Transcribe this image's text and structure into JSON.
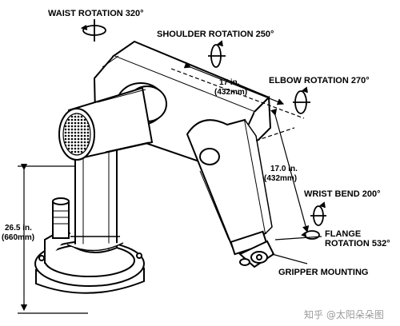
{
  "labels": {
    "waist": "WAIST ROTATION 320°",
    "shoulder": "SHOULDER ROTATION 250°",
    "elbow": "ELBOW ROTATION 270°",
    "wrist": "WRIST BEND 200°",
    "flange_line1": "FLANGE",
    "flange_line2": "ROTATION 532°",
    "gripper": "GRIPPER MOUNTING"
  },
  "dimensions": {
    "upper_arm": {
      "value": "17 in.",
      "metric": "(432mm)"
    },
    "forearm": {
      "value": "17.0 in.",
      "metric": "(432mm)"
    },
    "height": {
      "value": "26.5 in.",
      "metric": "(660mm)"
    }
  },
  "watermark": "知乎 @太阳朵朵图",
  "icons": [
    "rotation-arrow-icon"
  ],
  "colors": {
    "ink": "#000000",
    "background": "#ffffff",
    "watermark": "#9a9a9a"
  }
}
